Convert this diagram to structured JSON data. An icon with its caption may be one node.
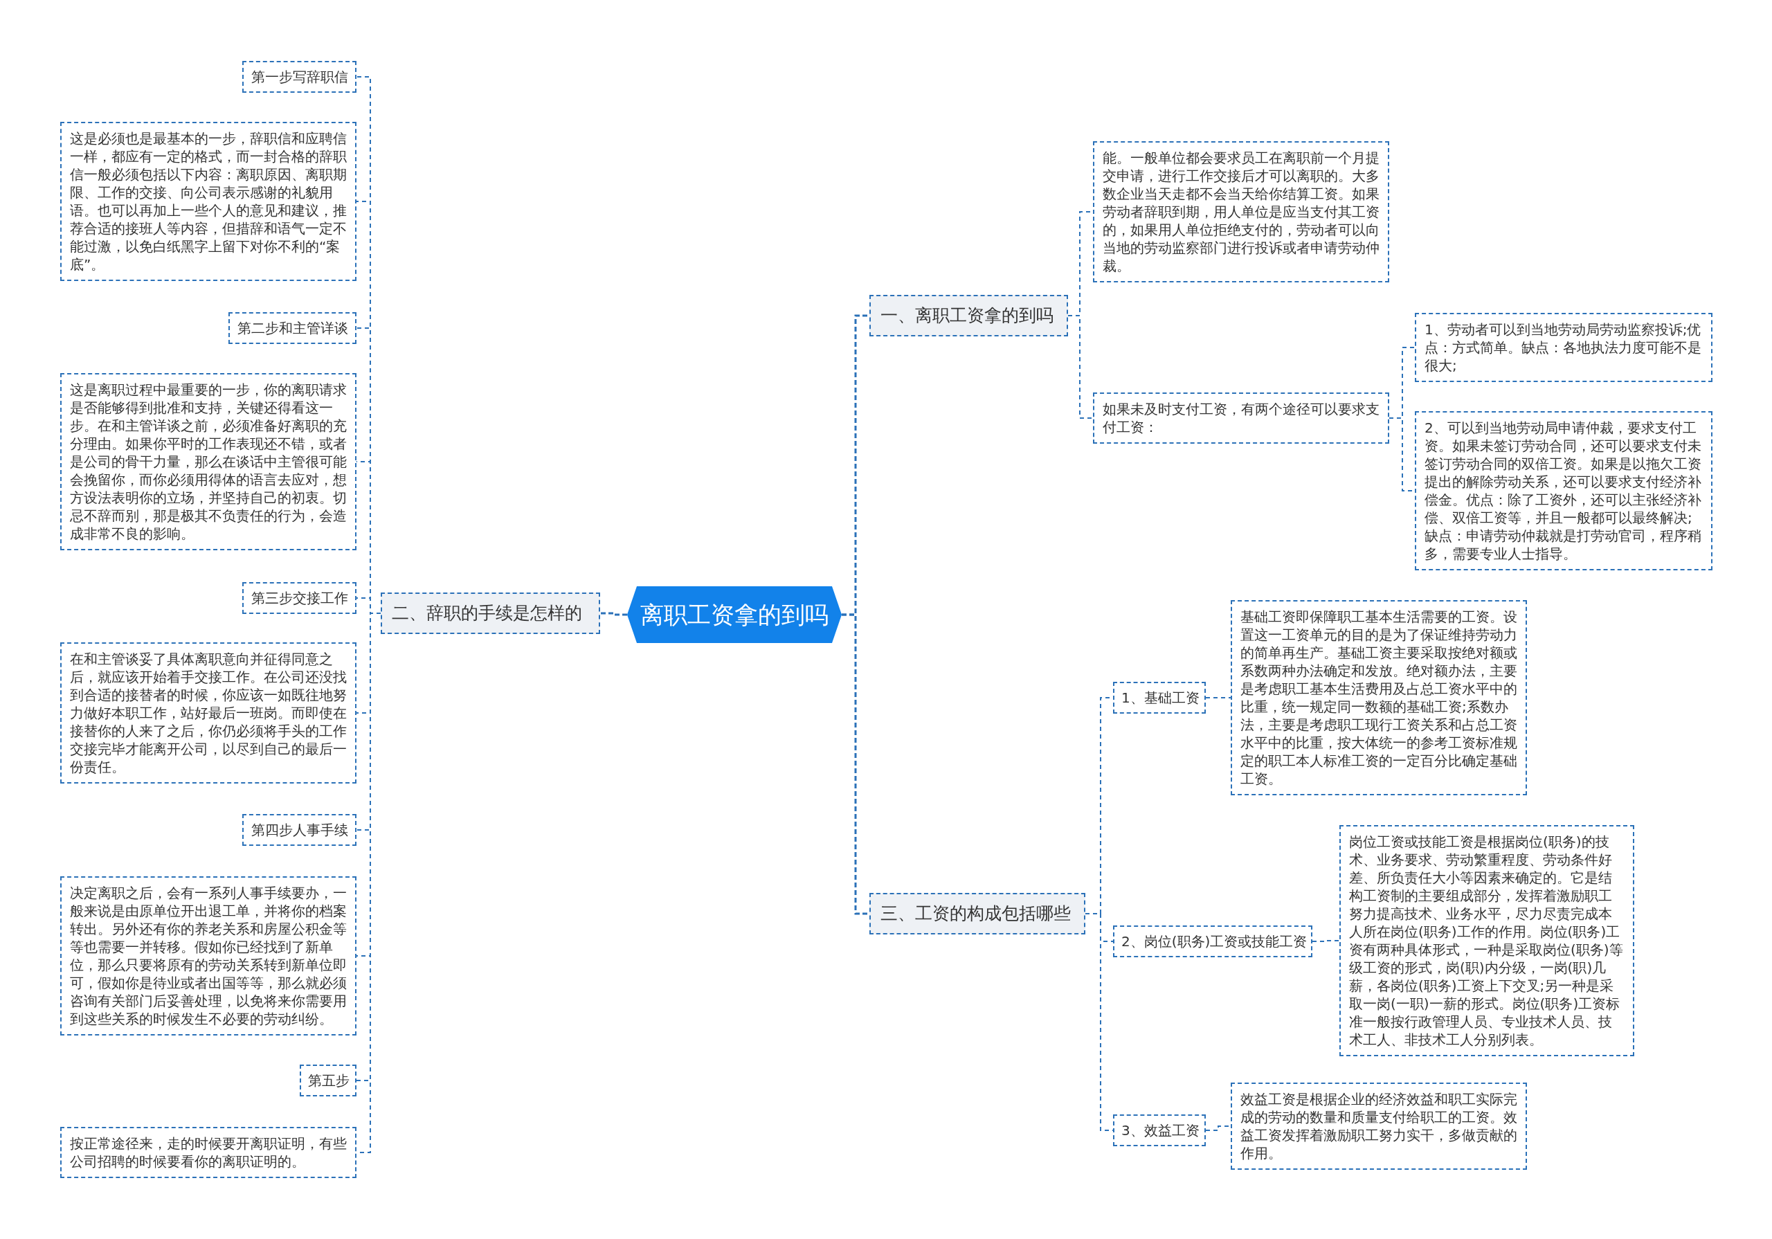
{
  "diagram": {
    "nodes": [
      {
        "text": [
          "离职工资拿的到吗"
        ]
      },
      {
        "text": [
          "一、离职工资拿的到吗"
        ]
      },
      {
        "text": [
          "能。一般单位都会要求员工在离职前一个月提交申请，进行工作交接后才可以离职的。大多数企业当天走都不会当天给你结算工资。如果劳动者辞职到期，用人单位是应当支付其工资的，如果用人单位拒绝支付的，劳动者可以向当地的劳动监察部门进行投诉或者申请劳动仲裁。"
        ]
      },
      {
        "text": [
          "如果未及时支付工资，有两个途径可以要求支付工资："
        ]
      },
      {
        "text": [
          "1、劳动者可以到当地劳动局劳动监察投诉;优点：方式简单。缺点：各地执法力度可能不是很大;"
        ]
      },
      {
        "text": [
          "2、可以到当地劳动局申请仲裁，要求支付工资。如果未签订劳动合同，还可以要求支付未签订劳动合同的双倍工资。如果是以拖欠工资提出的解除劳动关系，还可以要求支付经济补偿金。优点：除了工资外，还可以主张经济补偿、双倍工资等，并且一般都可以最终解决;缺点：申请劳动仲裁就是打劳动官司，程序稍多，需要专业人士指导。"
        ]
      },
      {
        "text": [
          "二、辞职的手续是怎样的"
        ]
      },
      {
        "text": [
          "第一步写辞职信"
        ]
      },
      {
        "text": [
          "这是必须也是最基本的一步，辞职信和应聘信一样，都应有一定的格式，而一封合格的辞职信一般必须包括以下内容：离职原因、离职期限、工作的交接、向公司表示感谢的礼貌用语。也可以再加上一些个人的意见和建议，推荐合适的接班人等内容，但措辞和语气一定不能过激，以免白纸黑字上留下对你不利的“案底”。"
        ]
      },
      {
        "text": [
          "第二步和主管详谈"
        ]
      },
      {
        "text": [
          "这是离职过程中最重要的一步，你的离职请求是否能够得到批准和支持，关键还得看这一步。在和主管详谈之前，必须准备好离职的充分理由。如果你平时的工作表现还不错，或者是公司的骨干力量，那么在谈话中主管很可能会挽留你，而你必须用得体的语言去应对，想方设法表明你的立场，并坚持自己的初衷。切忌不辞而别，那是极其不负责任的行为，会造成非常不良的影响。"
        ]
      },
      {
        "text": [
          "第三步交接工作"
        ]
      },
      {
        "text": [
          "在和主管谈妥了具体离职意向并征得同意之后，就应该开始着手交接工作。在公司还没找到合适的接替者的时候，你应该一如既往地努力做好本职工作，站好最后一班岗。而即使在接替你的人来了之后，你仍必须将手头的工作交接完毕才能离开公司，以尽到自己的最后一份责任。"
        ]
      },
      {
        "text": [
          "第四步人事手续"
        ]
      },
      {
        "text": [
          "决定离职之后，会有一系列人事手续要办，一般来说是由原单位开出退工单，并将你的档案转出。另外还有你的养老关系和房屋公积金等等也需要一并转移。假如你已经找到了新单位，那么只要将原有的劳动关系转到新单位即可，假如你是待业或者出国等等，那么就必须咨询有关部门后妥善处理，以免将来你需要用到这些关系的时候发生不必要的劳动纠纷。"
        ]
      },
      {
        "text": [
          "第五步"
        ]
      },
      {
        "text": [
          "按正常途径来，走的时候要开离职证明，有些公司招聘的时候要看你的离职证明的。"
        ]
      },
      {
        "text": [
          "三、工资的构成包括哪些"
        ]
      },
      {
        "text": [
          "1、基础工资"
        ]
      },
      {
        "text": [
          "基础工资即保障职工基本生活需要的工资。设置这一工资单元的目的是为了保证维持劳动力的简单再生产。基础工资主要采取按绝对额或系数两种办法确定和发放。绝对额办法，主要是考虑职工基本生活费用及占总工资水平中的比重，统一规定同一数额的基础工资;系数办法，主要是考虑职工现行工资关系和占总工资水平中的比重，按大体统一的参考工资标准规定的职工本人标准工资的一定百分比确定基础工资。"
        ]
      },
      {
        "text": [
          "2、岗位(职务)工资或技能工资"
        ]
      },
      {
        "text": [
          "岗位工资或技能工资是根据岗位(职务)的技术、业务要求、劳动繁重程度、劳动条件好差、所负责任大小等因素来确定的。它是结构工资制的主要组成部分，发挥着激励职工努力提高技术、业务水平，尽力尽责完成本人所在岗位(职务)工作的作用。岗位(职务)工资有两种具体形式，一种是采取岗位(职务)等级工资的形式，岗(职)内分级，一岗(职)几薪，各岗位(职务)工资上下交叉;另一种是采取一岗(一职)一薪的形式。岗位(职务)工资标准一般按行政管理人员、专业技术人员、技术工人、非技术工人分别列表。"
        ]
      },
      {
        "text": [
          "3、效益工资"
        ]
      },
      {
        "text": [
          "效益工资是根据企业的经济效益和职工实际完成的劳动的数量和质量支付给职工的工资。效益工资发挥着激励职工努力实干，多做贡献的作用。"
        ]
      }
    ],
    "edges": [
      {
        "from": 0,
        "to": 1,
        "arrow": "none"
      },
      {
        "from": 0,
        "to": 6,
        "arrow": "none"
      },
      {
        "from": 0,
        "to": 17,
        "arrow": "none"
      },
      {
        "from": 1,
        "to": 2,
        "arrow": "none"
      },
      {
        "from": 1,
        "to": 3,
        "arrow": "none"
      },
      {
        "from": 3,
        "to": 4,
        "arrow": "none"
      },
      {
        "from": 3,
        "to": 5,
        "arrow": "none"
      },
      {
        "from": 6,
        "to": 7,
        "arrow": "none"
      },
      {
        "from": 6,
        "to": 8,
        "arrow": "none"
      },
      {
        "from": 6,
        "to": 9,
        "arrow": "none"
      },
      {
        "from": 6,
        "to": 10,
        "arrow": "none"
      },
      {
        "from": 6,
        "to": 11,
        "arrow": "none"
      },
      {
        "from": 6,
        "to": 12,
        "arrow": "none"
      },
      {
        "from": 6,
        "to": 13,
        "arrow": "none"
      },
      {
        "from": 6,
        "to": 14,
        "arrow": "none"
      },
      {
        "from": 6,
        "to": 15,
        "arrow": "none"
      },
      {
        "from": 6,
        "to": 16,
        "arrow": "none"
      },
      {
        "from": 17,
        "to": 18,
        "arrow": "none"
      },
      {
        "from": 17,
        "to": 20,
        "arrow": "none"
      },
      {
        "from": 17,
        "to": 22,
        "arrow": "none"
      },
      {
        "from": 18,
        "to": 19,
        "arrow": "none"
      },
      {
        "from": 20,
        "to": 21,
        "arrow": "none"
      },
      {
        "from": 22,
        "to": 23,
        "arrow": "none"
      }
    ]
  }
}
